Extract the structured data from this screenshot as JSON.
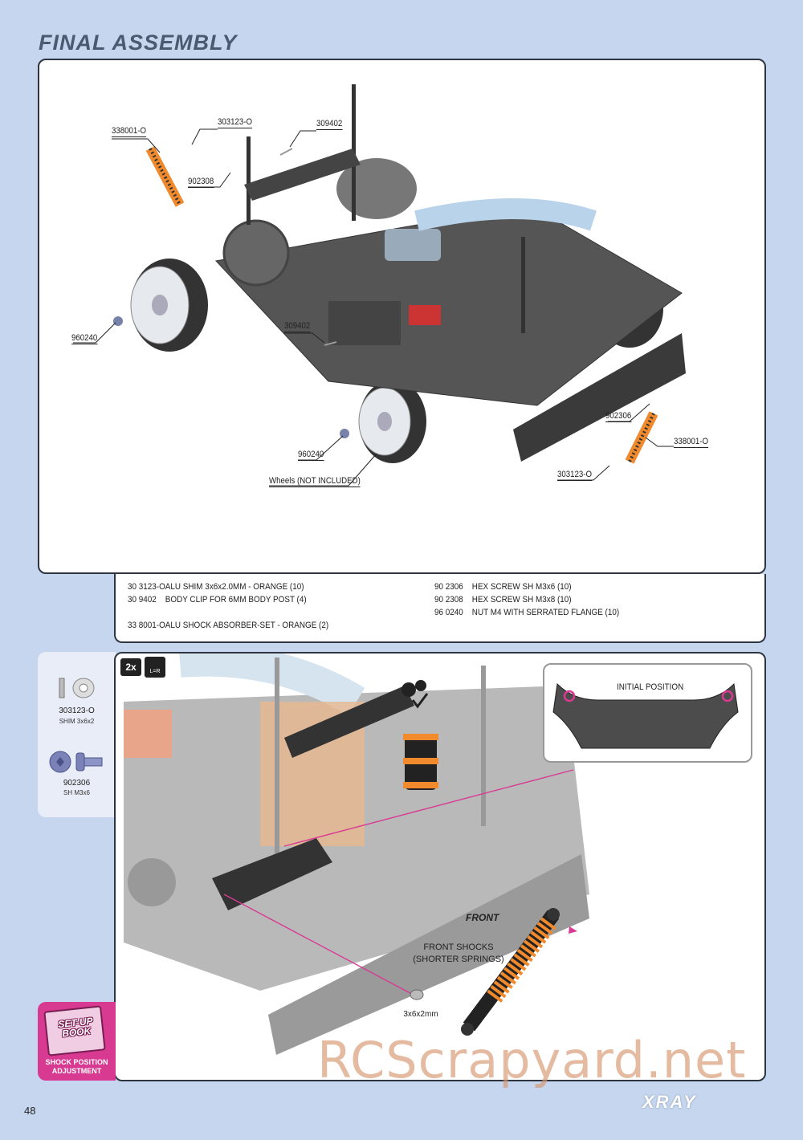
{
  "page": {
    "title": "FINAL ASSEMBLY",
    "number": "48",
    "brand": "XRAY",
    "watermark": "RCScrapyard.net"
  },
  "callouts": {
    "c1": "338001-O",
    "c2": "303123-O",
    "c3": "309402",
    "c4": "902308",
    "c5": "960240",
    "c6": "309402",
    "c7": "960240",
    "c8": "Wheels (NOT INCLUDED)",
    "c9": "902306",
    "c10": "338001-O",
    "c11": "303123-O"
  },
  "parts": {
    "left": [
      {
        "code": "30 3123-O",
        "desc": "ALU SHIM 3x6x2.0MM - ORANGE (10)"
      },
      {
        "code": "30 9402",
        "desc": "BODY CLIP FOR 6MM BODY POST (4)"
      },
      {
        "code": "33 8001-O",
        "desc": "ALU SHOCK ABSORBER-SET - ORANGE (2)"
      }
    ],
    "right": [
      {
        "code": "90 2306",
        "desc": "HEX SCREW SH M3x6 (10)"
      },
      {
        "code": "90 2308",
        "desc": "HEX SCREW SH M3x8 (10)"
      },
      {
        "code": "96 0240",
        "desc": "NUT M4 WITH SERRATED FLANGE (10)"
      }
    ]
  },
  "bag": {
    "shim_code": "303123-O",
    "shim_desc": "SHIM 3x6x2",
    "screw_code": "902306",
    "screw_desc": "SH M3x6"
  },
  "step": {
    "qty_badge": "2x",
    "lr_badge": "L=R",
    "initial_position": "INITIAL POSITION",
    "front_label": "FRONT",
    "front_shocks_line1": "FRONT SHOCKS",
    "front_shocks_line2": "(SHORTER SPRINGS)",
    "shim_size": "3x6x2mm"
  },
  "setup": {
    "book_line1": "SET-UP",
    "book_line2": "BOOK",
    "caption_line1": "SHOCK POSITION",
    "caption_line2": "ADJUSTMENT"
  },
  "colors": {
    "background": "#c5d6ee",
    "orange": "#f08a2c",
    "magenta": "#d83a92",
    "panel_border": "#2f3540"
  }
}
